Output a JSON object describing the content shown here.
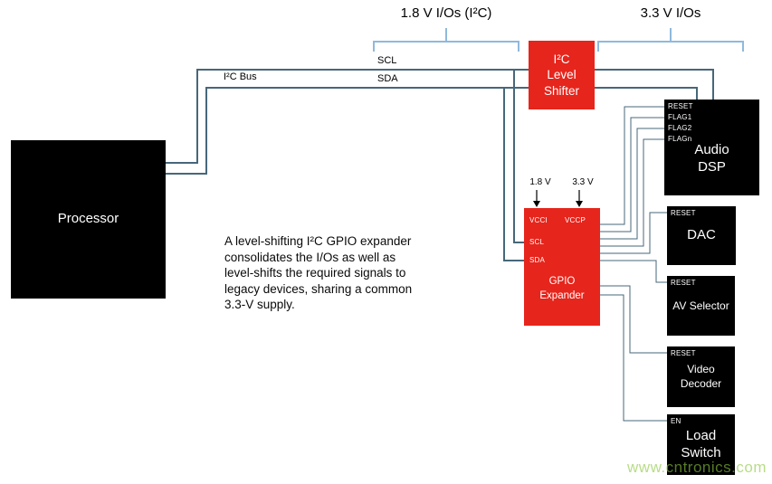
{
  "colors": {
    "box_red": "#e6251c",
    "box_black": "#000000",
    "wire_blue": "#47677a",
    "brace_blue": "#8fb9dc",
    "watermark_green": "#8dc63f"
  },
  "top": {
    "label_18": "1.8 V I/Os (I²C)",
    "label_33": "3.3 V I/Os"
  },
  "bus": {
    "i2c_bus": "I²C Bus",
    "scl": "SCL",
    "sda": "SDA"
  },
  "processor": {
    "label": "Processor"
  },
  "level_shifter": {
    "label": "I²C\nLevel\nShifter"
  },
  "gpio": {
    "v18": "1.8 V",
    "v33": "3.3 V",
    "vcci": "VCCI",
    "vccp": "VCCP",
    "scl": "SCL",
    "sda": "SDA",
    "label": "GPIO\nExpander"
  },
  "devices": {
    "audio_dsp": {
      "label": "Audio\nDSP",
      "pins": [
        "RESET",
        "FLAG1",
        "FLAG2",
        "FLAGn"
      ]
    },
    "dac": {
      "label": "DAC",
      "pin": "RESET"
    },
    "av_selector": {
      "label": "AV Selector",
      "pin": "RESET"
    },
    "video_decoder": {
      "label": "Video\nDecoder",
      "pin": "RESET"
    },
    "load_switch": {
      "label": "Load\nSwitch",
      "pin": "EN"
    }
  },
  "description": "A level-shifting I²C GPIO expander consolidates the I/Os as well as level-shifts the required signals to legacy devices, sharing a common 3.3-V supply.",
  "watermark": "www.cntronics.com"
}
